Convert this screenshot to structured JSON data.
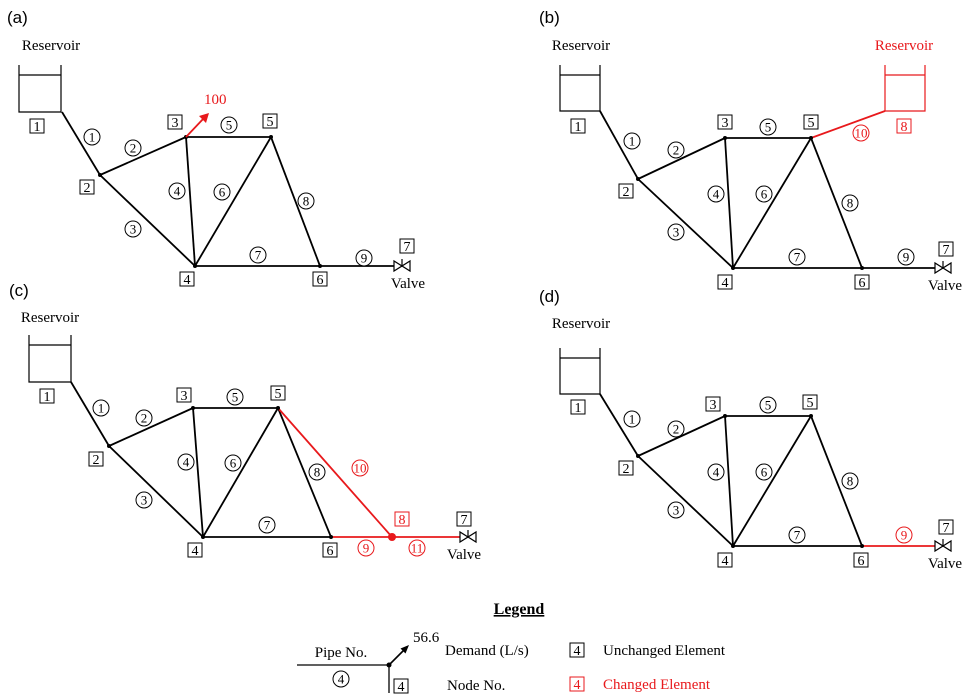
{
  "colors": {
    "unchanged": "#000000",
    "changed": "#e8191c"
  },
  "panels": [
    {
      "id": "a",
      "label": "(a)",
      "reservoirs": [
        {
          "label": "Reservoir",
          "node": "1",
          "changed": false
        }
      ],
      "nodes": [
        {
          "id": "1",
          "changed": false
        },
        {
          "id": "2",
          "changed": false
        },
        {
          "id": "3",
          "changed": false
        },
        {
          "id": "4",
          "changed": false
        },
        {
          "id": "5",
          "changed": false
        },
        {
          "id": "6",
          "changed": false
        },
        {
          "id": "7",
          "changed": false
        }
      ],
      "pipes": [
        {
          "id": "1",
          "from": "1",
          "to": "2",
          "changed": false
        },
        {
          "id": "2",
          "from": "2",
          "to": "3",
          "changed": false
        },
        {
          "id": "3",
          "from": "2",
          "to": "4",
          "changed": false
        },
        {
          "id": "4",
          "from": "3",
          "to": "4",
          "changed": false
        },
        {
          "id": "5",
          "from": "3",
          "to": "5",
          "changed": false
        },
        {
          "id": "6",
          "from": "4",
          "to": "5",
          "changed": false
        },
        {
          "id": "7",
          "from": "4",
          "to": "6",
          "changed": false
        },
        {
          "id": "8",
          "from": "5",
          "to": "6",
          "changed": false
        },
        {
          "id": "9",
          "from": "6",
          "to": "7",
          "changed": false
        }
      ],
      "demand": {
        "node": "3",
        "value": "100",
        "changed": true
      },
      "valve_label": "Valve"
    },
    {
      "id": "b",
      "label": "(b)",
      "reservoirs": [
        {
          "label": "Reservoir",
          "node": "1",
          "changed": false
        },
        {
          "label": "Reservoir",
          "node": "8",
          "changed": true
        }
      ],
      "nodes": [
        {
          "id": "1",
          "changed": false
        },
        {
          "id": "2",
          "changed": false
        },
        {
          "id": "3",
          "changed": false
        },
        {
          "id": "4",
          "changed": false
        },
        {
          "id": "5",
          "changed": false
        },
        {
          "id": "6",
          "changed": false
        },
        {
          "id": "7",
          "changed": false
        },
        {
          "id": "8",
          "changed": true
        }
      ],
      "pipes": [
        {
          "id": "1",
          "from": "1",
          "to": "2",
          "changed": false
        },
        {
          "id": "2",
          "from": "2",
          "to": "3",
          "changed": false
        },
        {
          "id": "3",
          "from": "2",
          "to": "4",
          "changed": false
        },
        {
          "id": "4",
          "from": "3",
          "to": "4",
          "changed": false
        },
        {
          "id": "5",
          "from": "3",
          "to": "5",
          "changed": false
        },
        {
          "id": "6",
          "from": "4",
          "to": "5",
          "changed": false
        },
        {
          "id": "7",
          "from": "4",
          "to": "6",
          "changed": false
        },
        {
          "id": "8",
          "from": "5",
          "to": "6",
          "changed": false
        },
        {
          "id": "9",
          "from": "6",
          "to": "7",
          "changed": false
        },
        {
          "id": "10",
          "from": "5",
          "to": "8",
          "changed": true
        }
      ],
      "valve_label": "Valve"
    },
    {
      "id": "c",
      "label": "(c)",
      "reservoirs": [
        {
          "label": "Reservoir",
          "node": "1",
          "changed": false
        }
      ],
      "nodes": [
        {
          "id": "1",
          "changed": false
        },
        {
          "id": "2",
          "changed": false
        },
        {
          "id": "3",
          "changed": false
        },
        {
          "id": "4",
          "changed": false
        },
        {
          "id": "5",
          "changed": false
        },
        {
          "id": "6",
          "changed": false
        },
        {
          "id": "7",
          "changed": false
        },
        {
          "id": "8",
          "changed": true
        }
      ],
      "pipes": [
        {
          "id": "1",
          "from": "1",
          "to": "2",
          "changed": false
        },
        {
          "id": "2",
          "from": "2",
          "to": "3",
          "changed": false
        },
        {
          "id": "3",
          "from": "2",
          "to": "4",
          "changed": false
        },
        {
          "id": "4",
          "from": "3",
          "to": "4",
          "changed": false
        },
        {
          "id": "5",
          "from": "3",
          "to": "5",
          "changed": false
        },
        {
          "id": "6",
          "from": "4",
          "to": "5",
          "changed": false
        },
        {
          "id": "7",
          "from": "4",
          "to": "6",
          "changed": false
        },
        {
          "id": "8",
          "from": "5",
          "to": "6",
          "changed": false
        },
        {
          "id": "9",
          "from": "6",
          "to": "8",
          "changed": true
        },
        {
          "id": "10",
          "from": "5",
          "to": "8",
          "changed": true
        },
        {
          "id": "11",
          "from": "8",
          "to": "7",
          "changed": true
        }
      ],
      "valve_label": "Valve"
    },
    {
      "id": "d",
      "label": "(d)",
      "reservoirs": [
        {
          "label": "Reservoir",
          "node": "1",
          "changed": false
        }
      ],
      "nodes": [
        {
          "id": "1",
          "changed": false
        },
        {
          "id": "2",
          "changed": false
        },
        {
          "id": "3",
          "changed": false
        },
        {
          "id": "4",
          "changed": false
        },
        {
          "id": "5",
          "changed": false
        },
        {
          "id": "6",
          "changed": false
        },
        {
          "id": "7",
          "changed": false
        }
      ],
      "pipes": [
        {
          "id": "1",
          "from": "1",
          "to": "2",
          "changed": false
        },
        {
          "id": "2",
          "from": "2",
          "to": "3",
          "changed": false
        },
        {
          "id": "3",
          "from": "2",
          "to": "4",
          "changed": false
        },
        {
          "id": "4",
          "from": "3",
          "to": "4",
          "changed": false
        },
        {
          "id": "5",
          "from": "3",
          "to": "5",
          "changed": false
        },
        {
          "id": "6",
          "from": "4",
          "to": "5",
          "changed": false
        },
        {
          "id": "7",
          "from": "4",
          "to": "6",
          "changed": false
        },
        {
          "id": "8",
          "from": "5",
          "to": "6",
          "changed": false
        },
        {
          "id": "9",
          "from": "6",
          "to": "7",
          "changed": true
        }
      ],
      "valve_label": "Valve"
    }
  ],
  "legend": {
    "title": "Legend",
    "pipe_no_label": "Pipe No.",
    "pipe_example": "4",
    "demand_value": "56.6",
    "demand_label": "Demand (L/s)",
    "node_example": "4",
    "node_no_label": "Node No.",
    "unchanged_example": "4",
    "unchanged_label": "Unchanged Element",
    "changed_example": "4",
    "changed_label": "Changed Element"
  }
}
